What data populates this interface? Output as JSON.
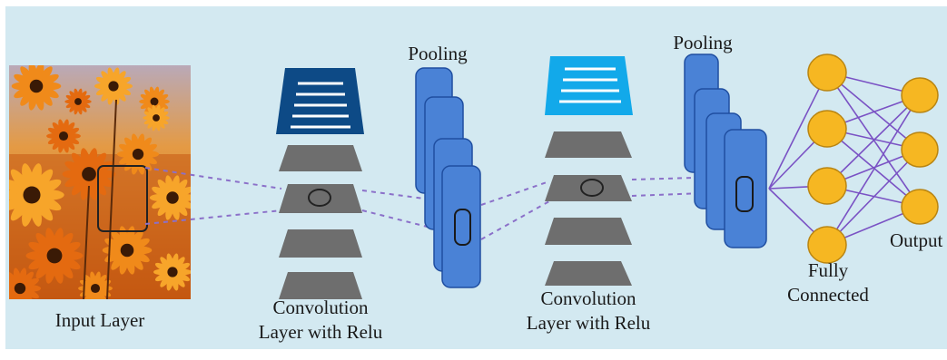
{
  "colors": {
    "background": "#d3e9f1",
    "frame": "#ffffff",
    "filter_dark": "#0d4a86",
    "filter_light": "#12a9ea",
    "feature_map": "#6e6e6e",
    "pool_map": "#4a82d6",
    "pool_stroke": "#1f4ea0",
    "neuron": "#f6b722",
    "neuron_stroke": "#b98512",
    "connection": "#7a52c4",
    "dashed": "#8b70c9"
  },
  "labels": {
    "input": "Input Layer",
    "conv1_line1": "Convolution",
    "conv1_line2": "Layer with Relu",
    "pool1": "Pooling",
    "conv2_line1": "Convolution",
    "conv2_line2": "Layer with Relu",
    "pool2": "Pooling",
    "fc_line1": "Fully",
    "fc_line2": "Connected",
    "output": "Output"
  },
  "image": {
    "subject": "orange-flowers-photo"
  },
  "network": {
    "fully_connected_neurons": 4,
    "output_neurons": 3
  }
}
